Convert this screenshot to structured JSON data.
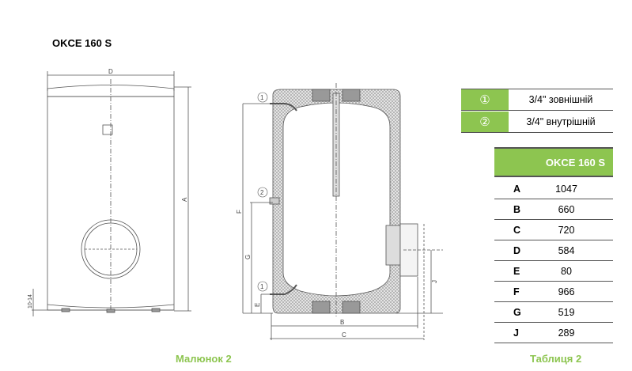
{
  "title": "OKCE 160 S",
  "figure_caption": "Малюнок 2",
  "table_caption": "Таблиця 2",
  "connections": [
    {
      "num": "①",
      "label": "3/4\" зовнішній"
    },
    {
      "num": "②",
      "label": "3/4\" внутрішній"
    }
  ],
  "dimensions_table": {
    "header": "OKCE 160 S",
    "rows": [
      {
        "key": "A",
        "value": "1047"
      },
      {
        "key": "B",
        "value": "660"
      },
      {
        "key": "C",
        "value": "720"
      },
      {
        "key": "D",
        "value": "584"
      },
      {
        "key": "E",
        "value": "80"
      },
      {
        "key": "F",
        "value": "966"
      },
      {
        "key": "G",
        "value": "519"
      },
      {
        "key": "J",
        "value": "289"
      }
    ]
  },
  "drawing_labels": {
    "D": "D",
    "A": "A",
    "foot": "10-14",
    "F": "F",
    "G": "G",
    "E": "E",
    "B": "B",
    "C": "C",
    "J": "J",
    "marker1": "1",
    "marker2": "2"
  },
  "colors": {
    "accent": "#8dc550"
  }
}
